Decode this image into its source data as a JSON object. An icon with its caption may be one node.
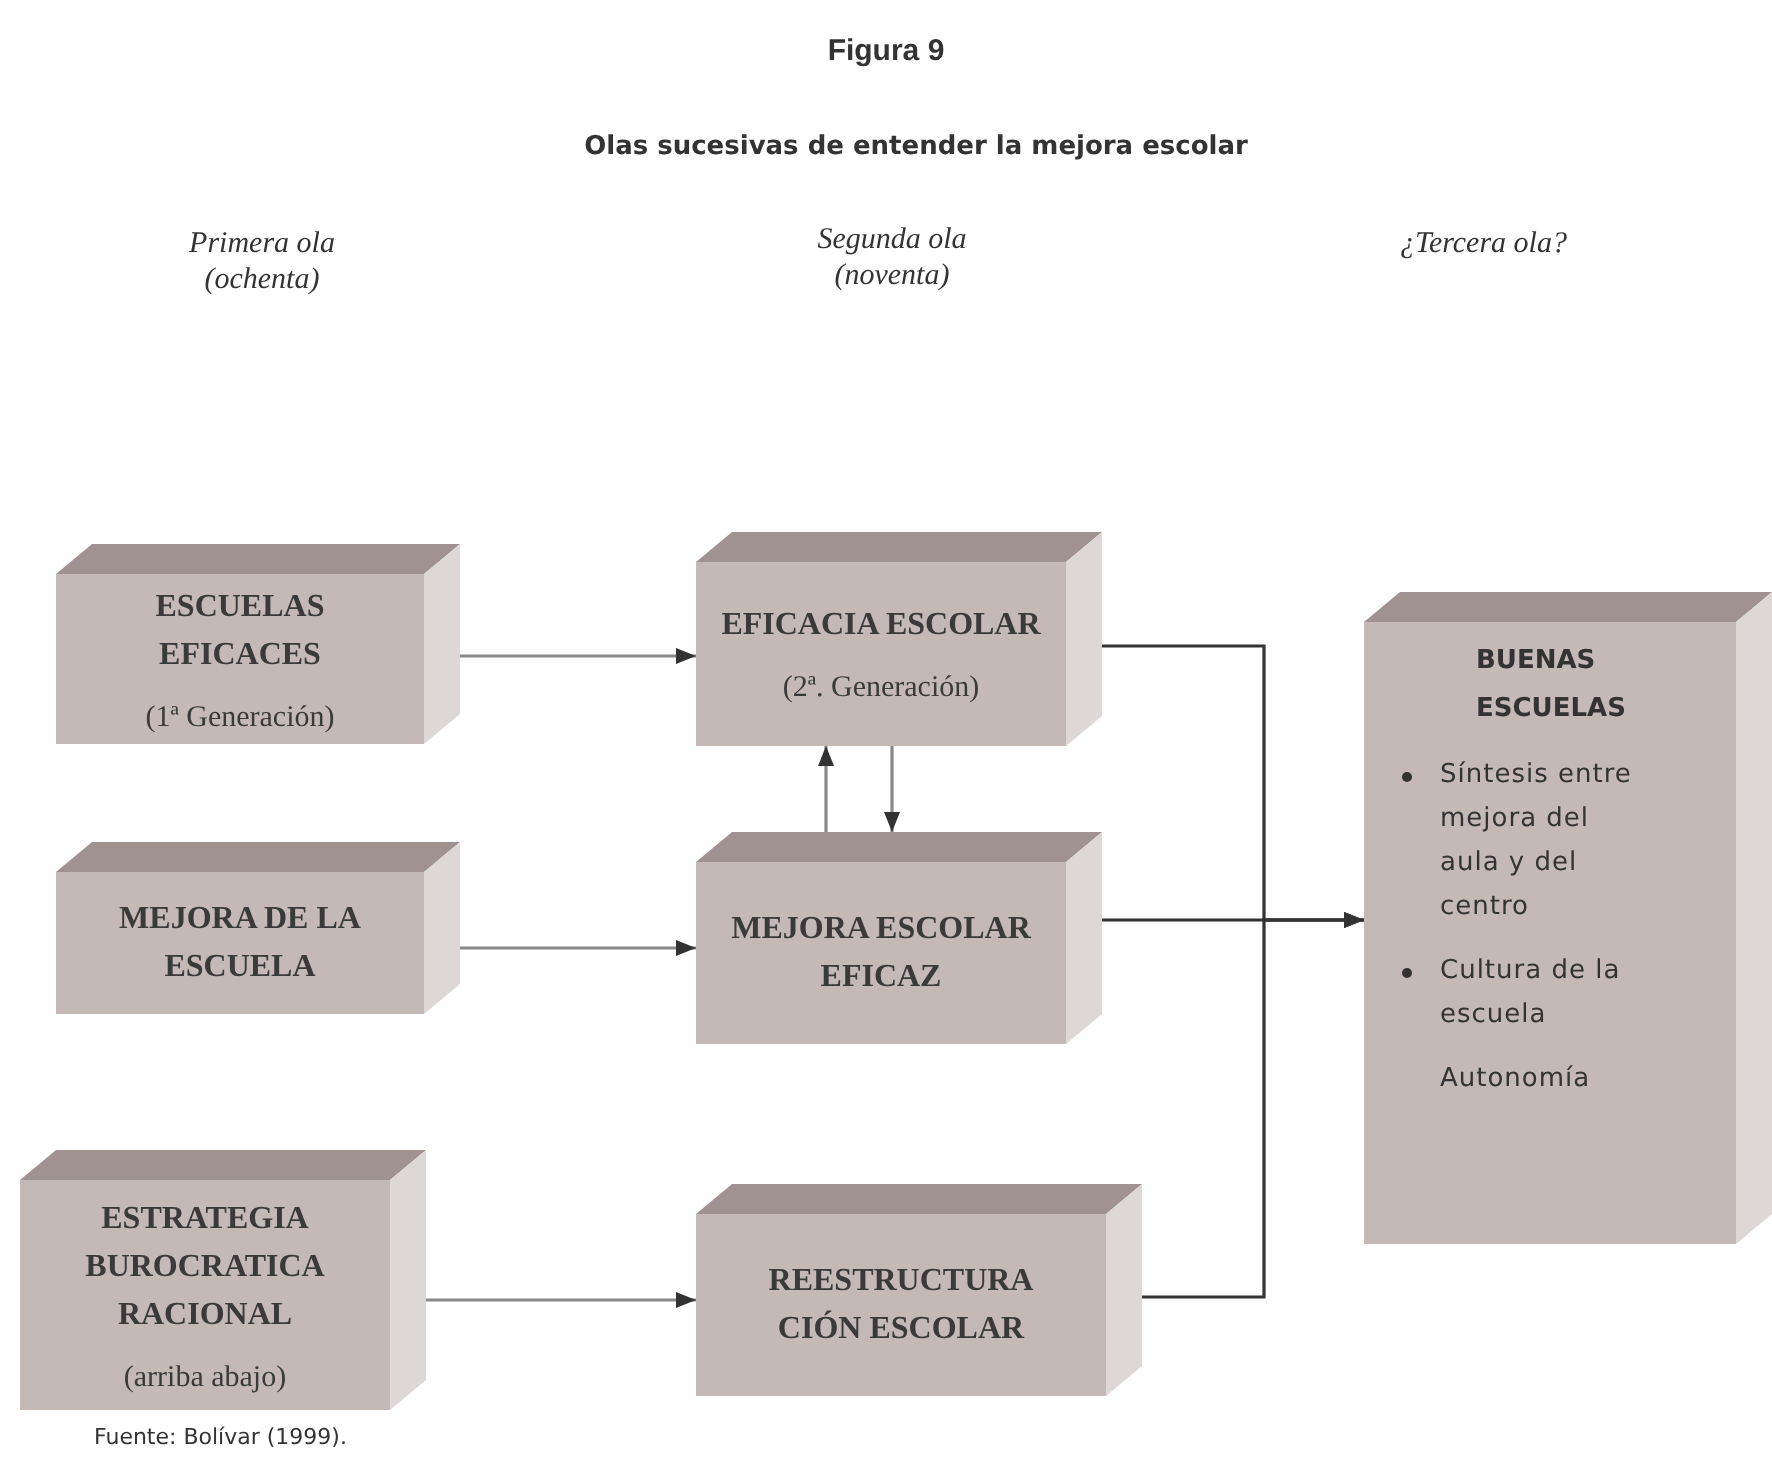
{
  "diagram": {
    "title": "Figura 9",
    "nodes": [
      {
        "text": [
          "ESCUELAS EFICACES",
          "(1ª Generación)"
        ]
      },
      {
        "text": [
          "EFICACIA ESCOLAR",
          "(2ª. Generación)"
        ]
      },
      {
        "text": [
          "MEJORA DE LA ESCUELA"
        ]
      },
      {
        "text": [
          "MEJORA ESCOLAR EFICAZ"
        ]
      },
      {
        "text": [
          "ESTRATEGIA BUROCRATICA RACIONAL",
          "(arriba abajo)"
        ]
      },
      {
        "text": [
          "REESTRUCTURA CIÓN ESCOLAR"
        ]
      },
      {
        "text": [
          "BUENAS ESCUELAS",
          "Síntesis entre mejora del aula y del centro",
          "Cultura de la escuela",
          "Autonomía"
        ]
      }
    ],
    "edges": [
      {
        "from": 0,
        "to": 1,
        "arrow": "to"
      },
      {
        "from": 2,
        "to": 3,
        "arrow": "to"
      },
      {
        "from": 4,
        "to": 5,
        "arrow": "to"
      },
      {
        "from": 3,
        "to": 1,
        "arrow": "to"
      },
      {
        "from": 1,
        "to": 3,
        "arrow": "to"
      },
      {
        "from": 1,
        "to": 6,
        "arrow": "to"
      },
      {
        "from": 3,
        "to": 6,
        "arrow": "to"
      },
      {
        "from": 5,
        "to": 6,
        "arrow": "to"
      }
    ],
    "labels": [
      "Olas sucesivas de entender la mejora escolar",
      "Primera ola (ochenta)",
      "Segunda ola (noventa)",
      "¿Tercera ola?",
      "Fuente: Bolívar (1999)."
    ]
  }
}
